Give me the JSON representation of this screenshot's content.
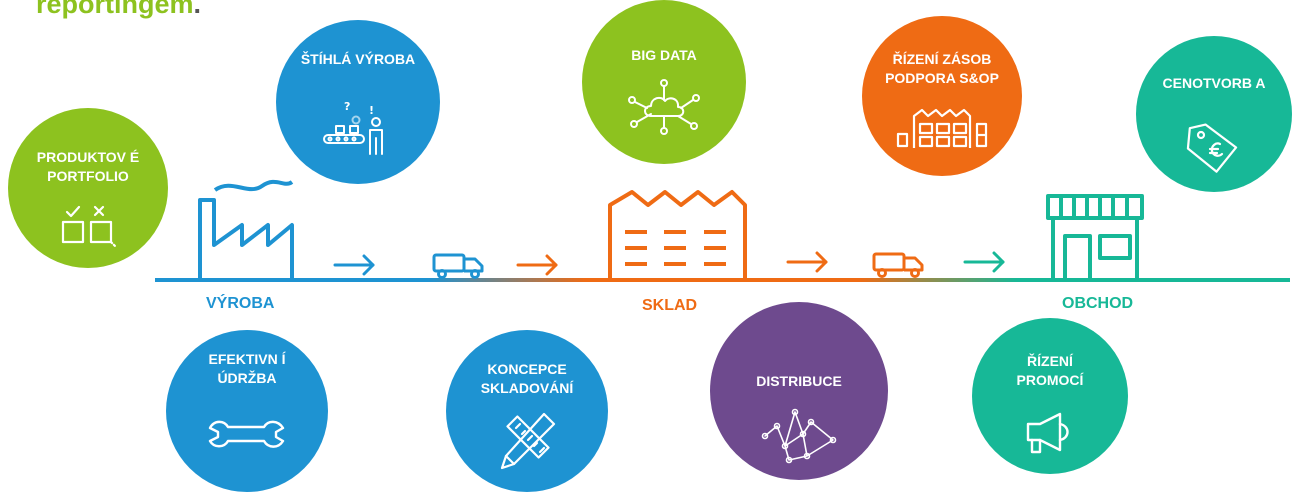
{
  "headline": {
    "text": "reportingem",
    "suffix": "."
  },
  "colors": {
    "blue": "#1e93d2",
    "green": "#8dc21f",
    "orange": "#ef6b14",
    "teal": "#17b897",
    "purple": "#6e4a8e",
    "headline": "#8dc21f"
  },
  "stages": {
    "vyroba": "VÝROBA",
    "sklad": "SKLAD",
    "obchod": "OBCHOD"
  },
  "circles": {
    "produktove_portfolio": {
      "label": "PRODUKTOV É PORTFOLIO",
      "icon": "checklist-icon"
    },
    "stihla_vyroba": {
      "label": "ŠTÍHLÁ VÝROBA",
      "icon": "conveyor-worker-icon"
    },
    "big_data": {
      "label": "BIG DATA",
      "icon": "cloud-network-icon"
    },
    "rizeni_zasob": {
      "label": "ŘÍZENÍ ZÁSOB PODPORA S&OP",
      "icon": "warehouse-shelves-icon"
    },
    "cenotvorba": {
      "label": "CENOTVORB A",
      "icon": "euro-price-tag-icon"
    },
    "efektivni_udrzba": {
      "label": "EFEKTIVN Í ÚDRŽBA",
      "icon": "wrench-icon"
    },
    "koncepce_skladovani": {
      "label": "KONCEPCE SKLADOVÁNÍ",
      "icon": "ruler-pencil-icon"
    },
    "distribuce": {
      "label": "DISTRIBUCE",
      "icon": "route-network-icon"
    },
    "rizeni_promoci": {
      "label": "ŘÍZENÍ PROMOCÍ",
      "icon": "megaphone-icon"
    }
  }
}
